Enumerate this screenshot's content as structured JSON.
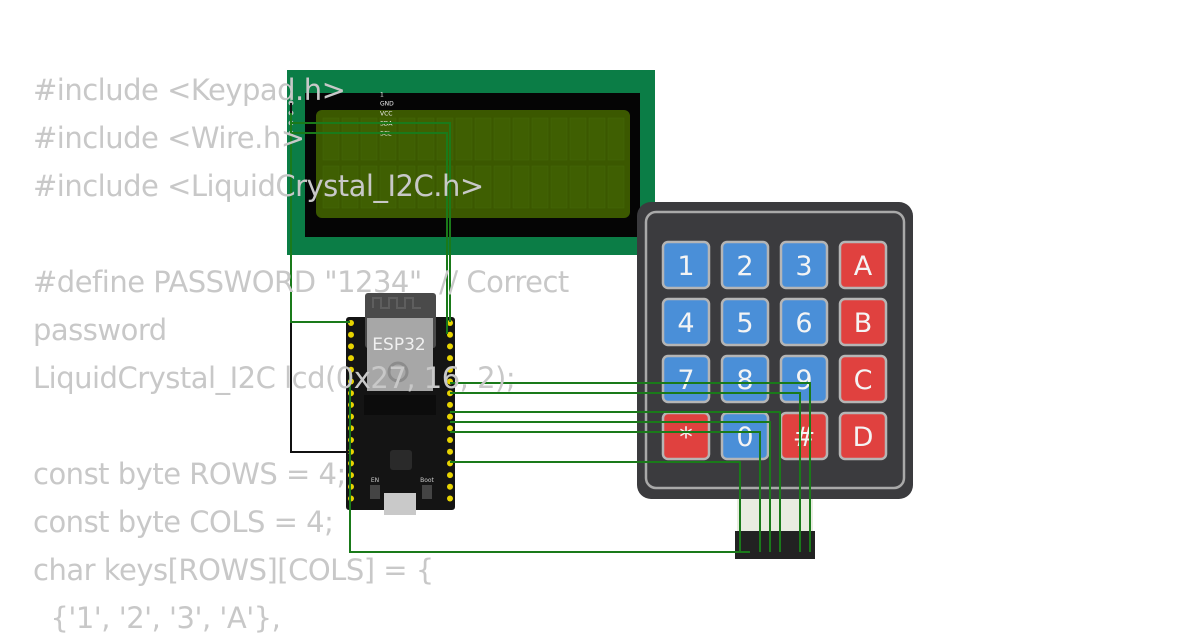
{
  "code_lines": [
    "#include <Keypad.h>",
    "#include <Wire.h>",
    "#include <LiquidCrystal_I2C.h>",
    "",
    "#define PASSWORD \"1234\"  // Correct password",
    "",
    "LiquidCrystal_I2C lcd(0x27, 16, 2);",
    "",
    "const byte ROWS = 4;",
    "const byte COLS = 4;",
    "char keys[ROWS][COLS] = {",
    "  {'1', '2', '3', 'A'},"
  ],
  "lcd": {
    "pin_labels": [
      "1",
      "GND",
      "VCC",
      "SDA",
      "SCL"
    ]
  },
  "esp32": {
    "label": "ESP32",
    "boot_label": "Boot",
    "en_label": "EN"
  },
  "keypad": {
    "keys": [
      [
        "1",
        "2",
        "3",
        "A"
      ],
      [
        "4",
        "5",
        "6",
        "B"
      ],
      [
        "7",
        "8",
        "9",
        "C"
      ],
      [
        "*",
        "0",
        "#",
        "D"
      ]
    ],
    "colors": {
      "blue": "#4a8fd8",
      "red": "#e0413f",
      "body": "#3b3b3e"
    }
  },
  "colors": {
    "wire": "#1a7a1a",
    "gnd_wire": "#111111",
    "lcd_board": "#0b7d46",
    "lcd_screen": "#3b5800"
  }
}
